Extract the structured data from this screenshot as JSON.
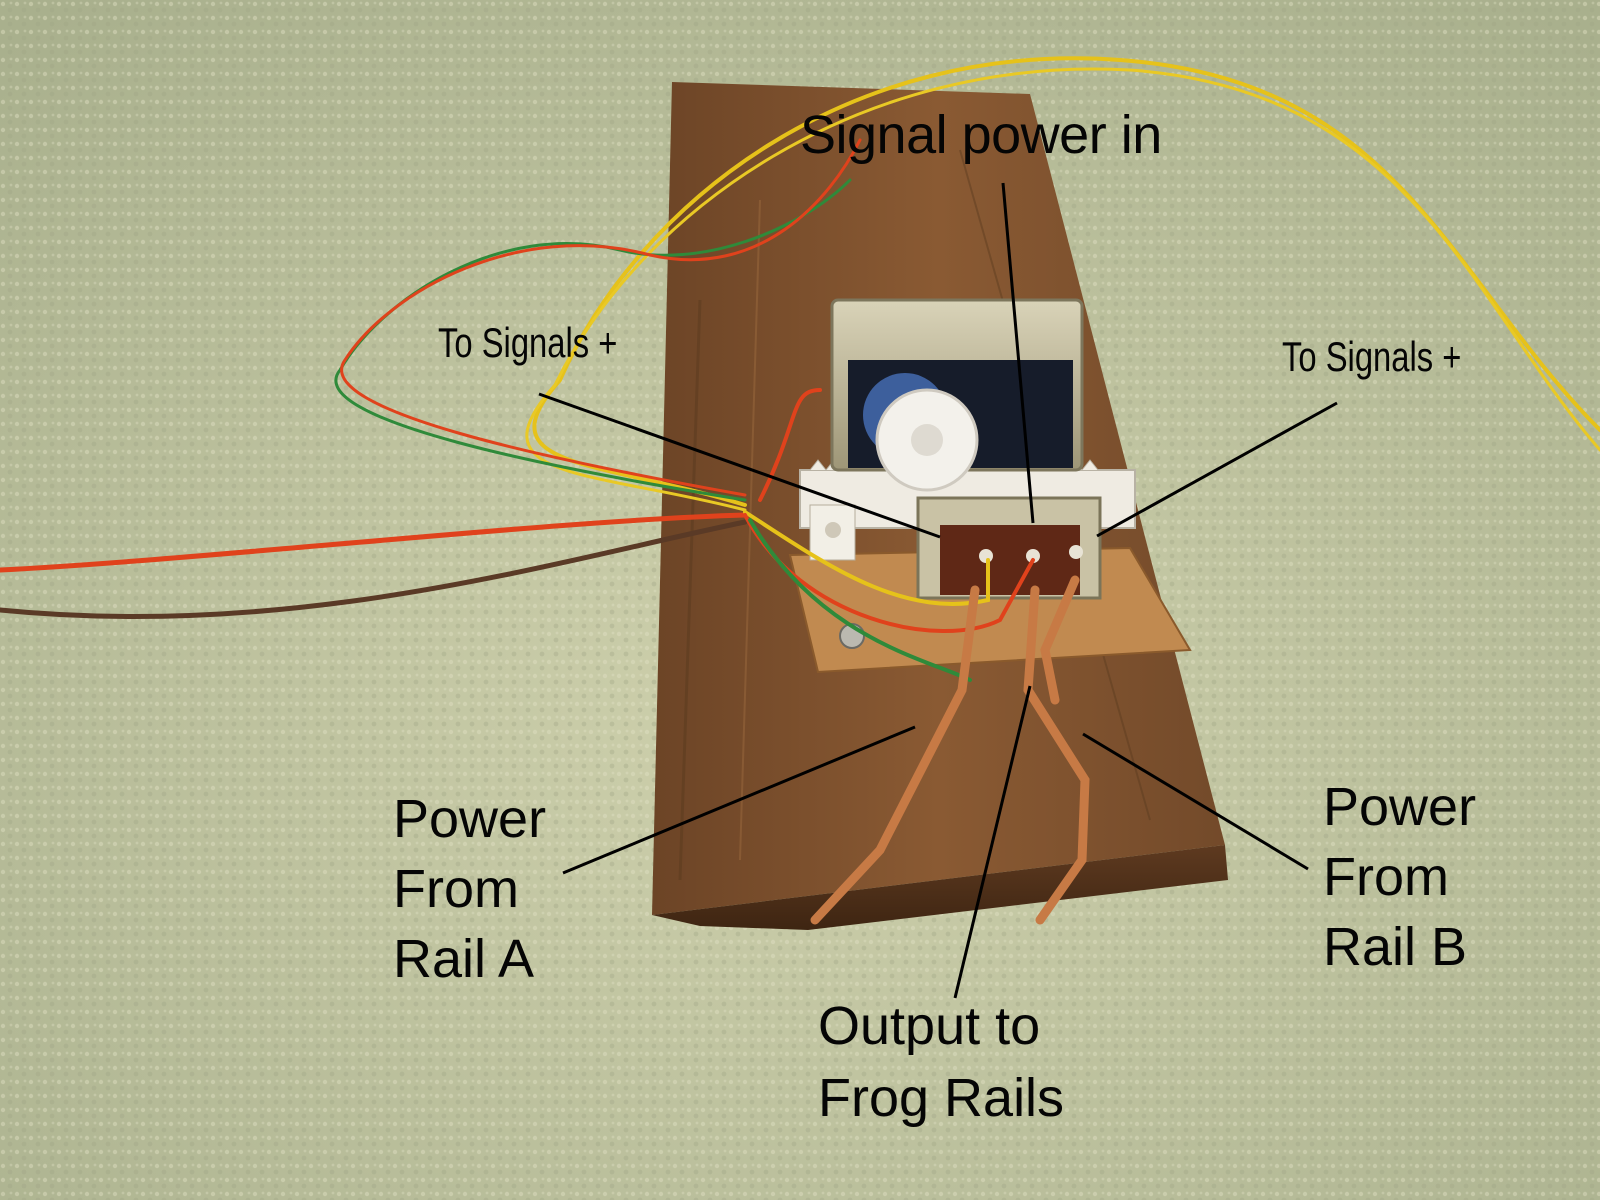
{
  "labels": {
    "signal_power_in": "Signal power in",
    "to_signals_left": "To Signals +",
    "to_signals_right": "To Signals +",
    "power_rail_a": "Power\nFrom\nRail A",
    "power_rail_b": "Power\nFrom\nRail B",
    "output_frog": "Output to\nFrog Rails"
  },
  "colors": {
    "carpet": "#c9c8a6",
    "wood": "#7a4f2c",
    "copper": "#c77a45",
    "wire_yellow": "#e6c21a",
    "wire_red": "#e0421c",
    "wire_green": "#2f8a3a",
    "wire_brown": "#5a3a26",
    "leader_line": "#000000"
  }
}
